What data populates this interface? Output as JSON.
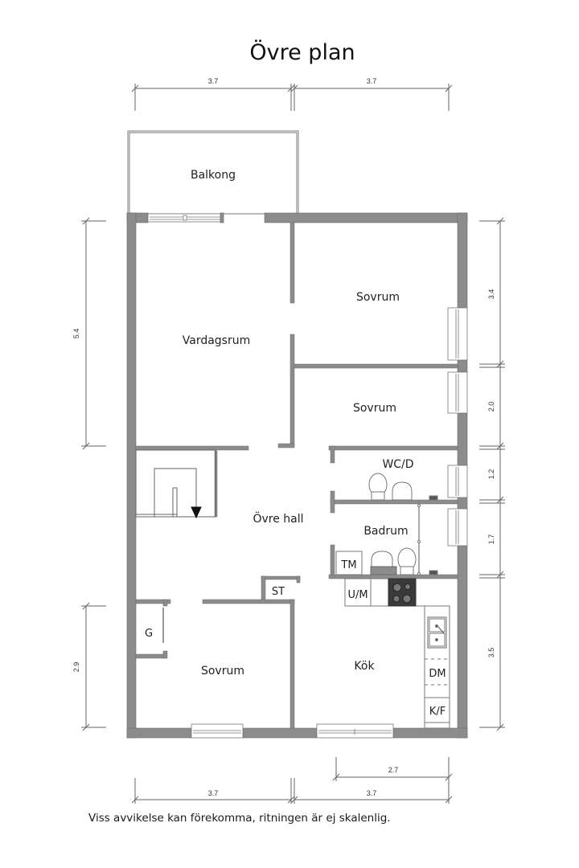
{
  "title": "Övre plan",
  "rooms": {
    "balkong": "Balkong",
    "vardagsrum": "Vardagsrum",
    "sovrum_top": "Sovrum",
    "sovrum_mid": "Sovrum",
    "wc": "WC/D",
    "badrum": "Badrum",
    "ovre_hall": "Övre hall",
    "sovrum_bottom": "Sovrum",
    "kok": "Kök"
  },
  "fixtures": {
    "tm": "TM",
    "um": "U/M",
    "st": "ST",
    "g": "G",
    "dm": "DM",
    "kf": "K/F"
  },
  "dimensions": {
    "top_left": "3.7",
    "top_right": "3.7",
    "left_upper": "5.4",
    "left_lower": "2.9",
    "right_1": "3.4",
    "right_2": "2.0",
    "right_3": "1.2",
    "right_4": "1.7",
    "right_5": "3.5",
    "bottom_kitchen": "2.7",
    "bottom_left": "3.7",
    "bottom_right": "3.7"
  },
  "colors": {
    "wall": "#8c8c8c",
    "line": "#555555"
  },
  "disclaimer": "Viss avvikelse kan förekomma, ritningen är ej skalenlig."
}
